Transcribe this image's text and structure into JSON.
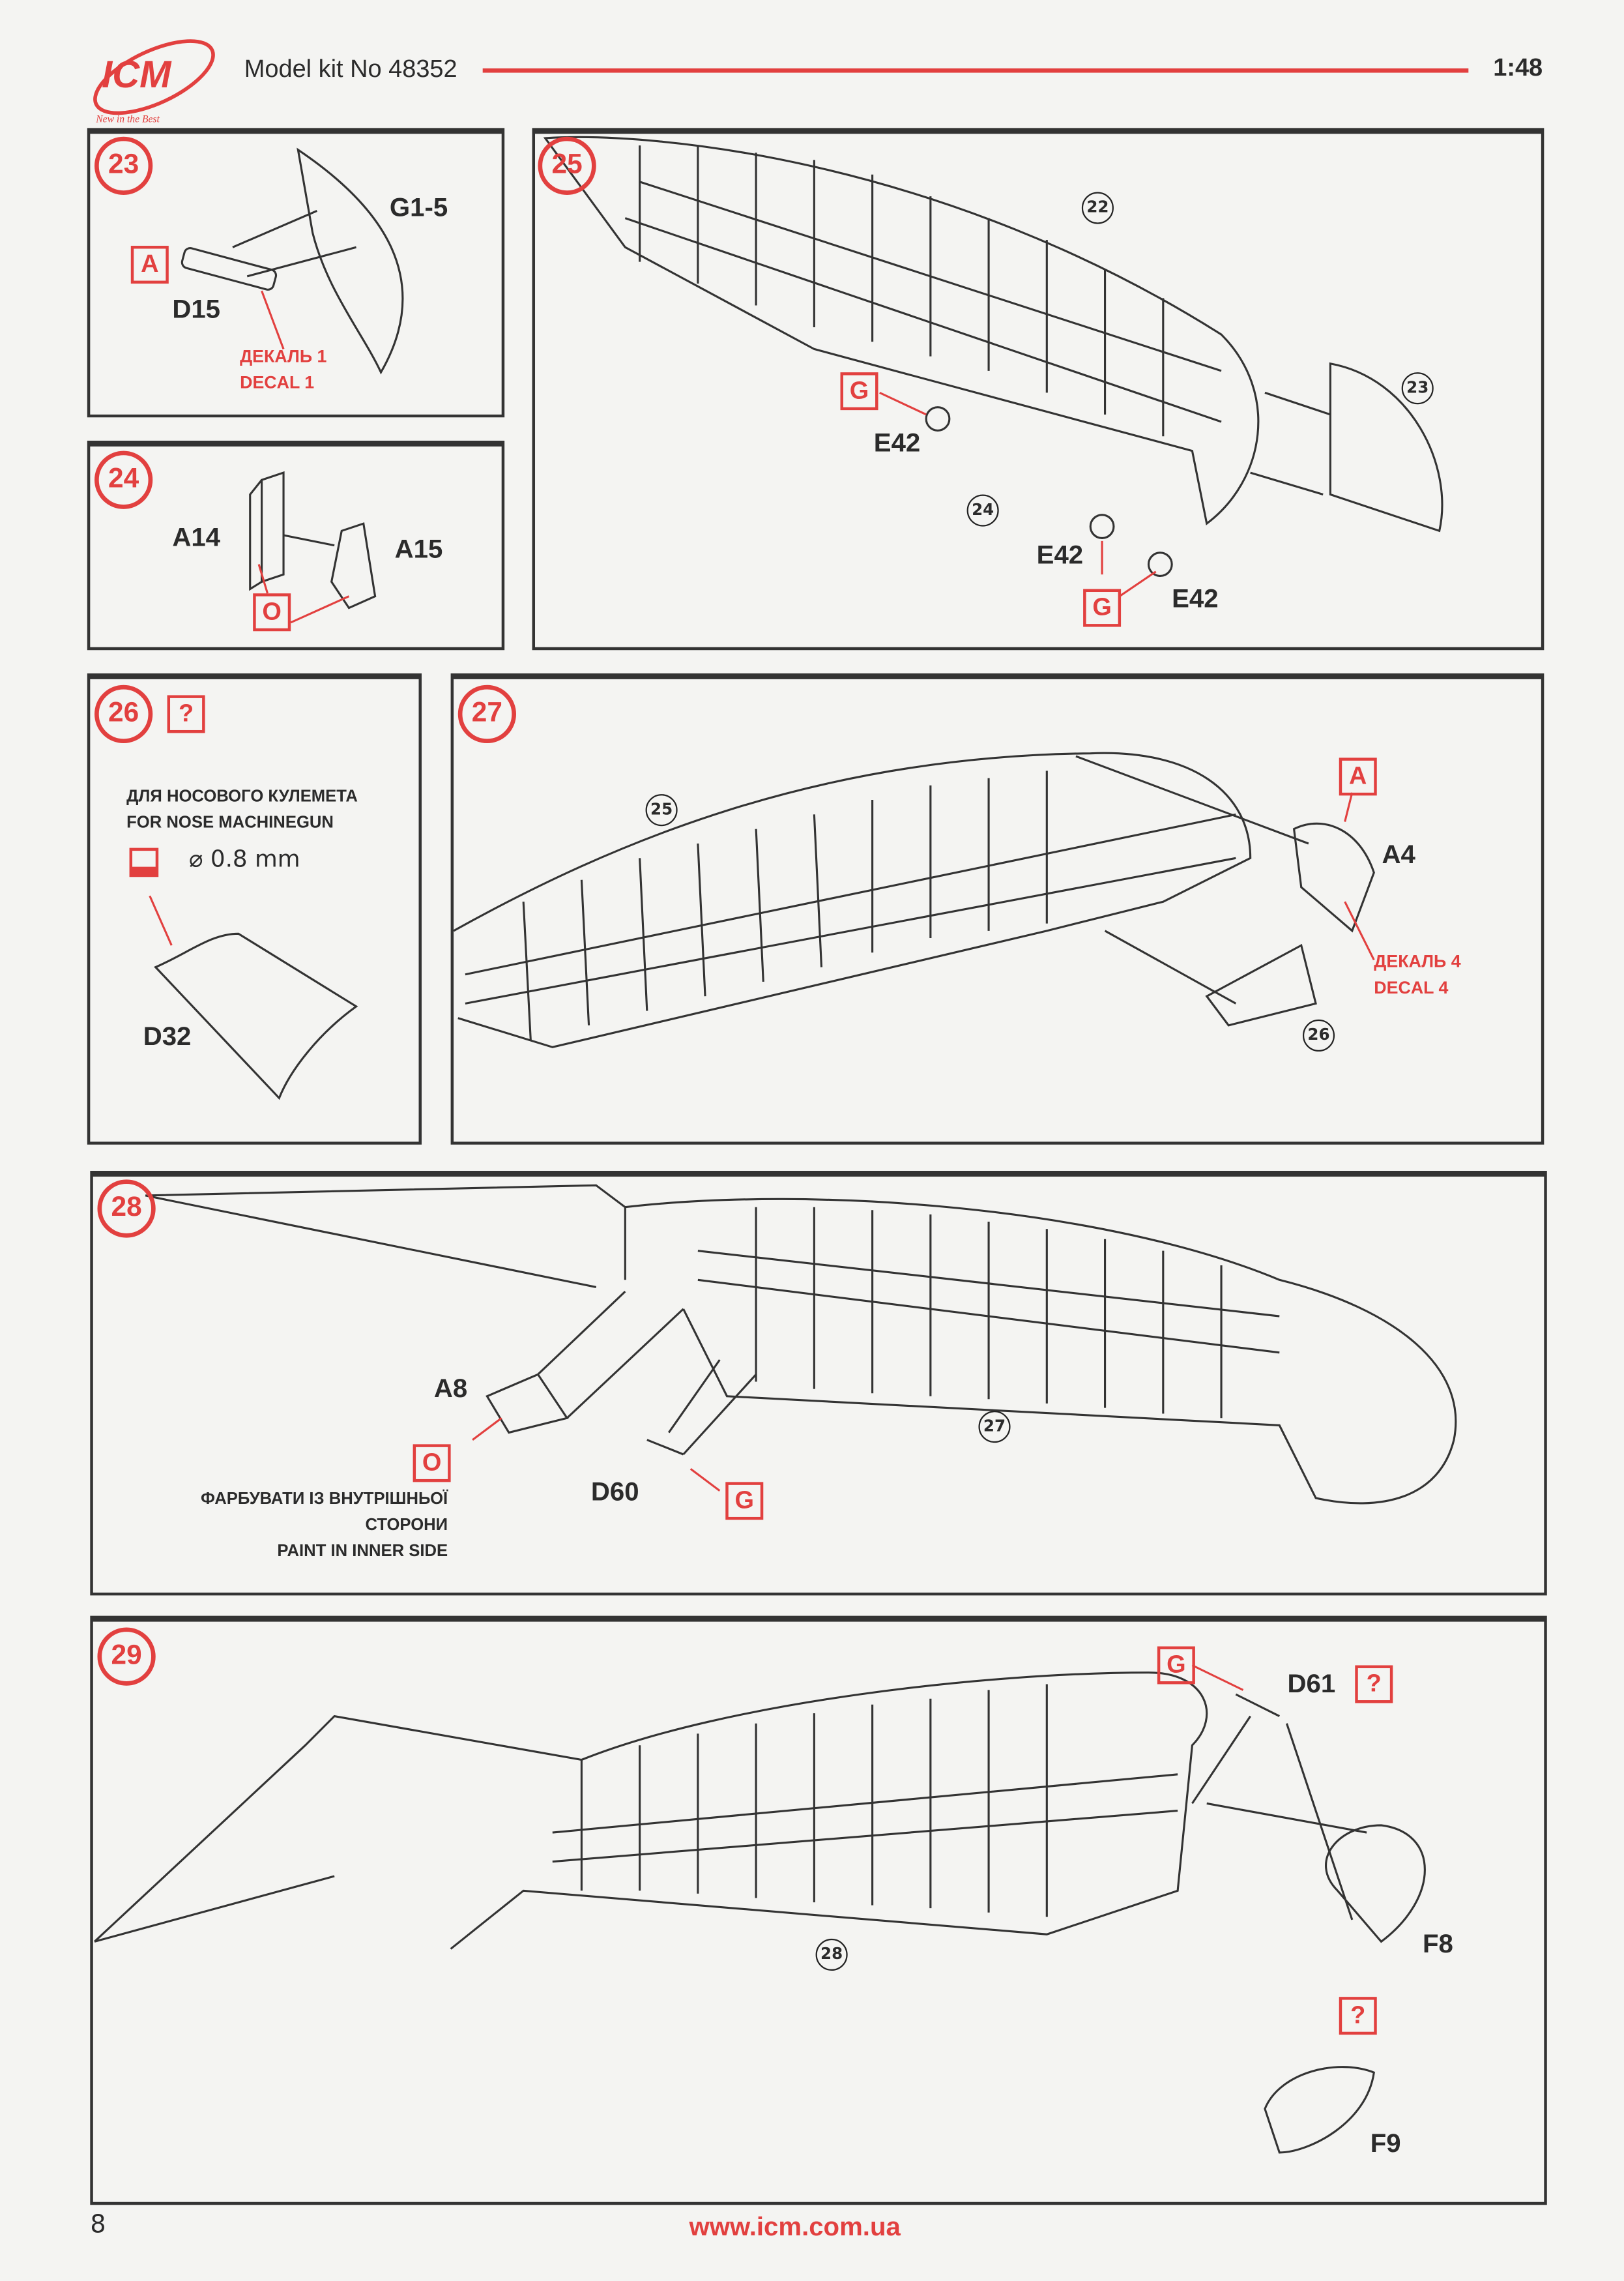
{
  "header": {
    "logo_text": "ICM",
    "logo_tagline": "New in the Best",
    "title": "Model kit No 48352",
    "scale": "1:48"
  },
  "colors": {
    "accent": "#e2403f",
    "ink": "#2b2b2b"
  },
  "steps": {
    "s23": {
      "number": "23",
      "paint_code": "A",
      "parts": [
        "D15",
        "G1-5"
      ],
      "decal_ua": "ДЕКАЛЬ 1",
      "decal_en": "DECAL 1"
    },
    "s24": {
      "number": "24",
      "paint_code": "O",
      "parts": [
        "A14",
        "A15"
      ]
    },
    "s25": {
      "number": "25",
      "refs": [
        "22",
        "23",
        "24"
      ],
      "paint_codes": [
        "G",
        "G"
      ],
      "parts": [
        "E42",
        "E42",
        "E42"
      ]
    },
    "s26": {
      "number": "26",
      "paint_code": "?",
      "note_ua": "ДЛЯ НОСОВОГО КУЛЕМЕТА",
      "note_en": "FOR NOSE MACHINEGUN",
      "drill_icon": "drill-icon",
      "drill_size": "⌀ 0.8 mm",
      "parts": [
        "D32"
      ]
    },
    "s27": {
      "number": "27",
      "refs": [
        "25",
        "26"
      ],
      "paint_code": "A",
      "parts": [
        "A4"
      ],
      "decal_ua": "ДЕКАЛЬ 4",
      "decal_en": "DECAL 4"
    },
    "s28": {
      "number": "28",
      "refs": [
        "27"
      ],
      "paint_codes": [
        "O",
        "G"
      ],
      "parts": [
        "A8",
        "D60"
      ],
      "note_ua_1": "ФАРБУВАТИ ІЗ ВНУТРІШНЬОЇ",
      "note_ua_2": "СТОРОНИ",
      "note_en": "PAINT IN INNER SIDE"
    },
    "s29": {
      "number": "29",
      "refs": [
        "28"
      ],
      "paint_codes": [
        "G",
        "?",
        "?"
      ],
      "parts": [
        "D61",
        "F8",
        "F9"
      ]
    }
  },
  "footer": {
    "page_number": "8",
    "website": "www.icm.com.ua"
  }
}
